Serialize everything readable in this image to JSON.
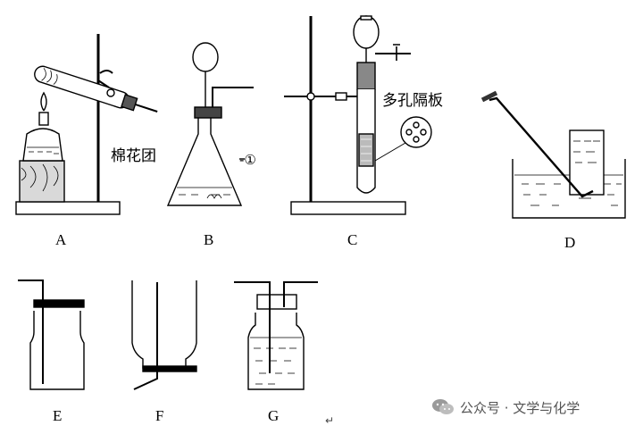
{
  "labels": {
    "A": "A",
    "B": "B",
    "C": "C",
    "D": "D",
    "E": "E",
    "F": "F",
    "G": "G"
  },
  "annotations": {
    "cotton": "棉花团",
    "circle_one": "-①",
    "porous_plate": "多孔隔板"
  },
  "watermark": {
    "text": "公众号 · 文学与化学",
    "icon": "wechat-icon"
  },
  "return_mark": "↵"
}
